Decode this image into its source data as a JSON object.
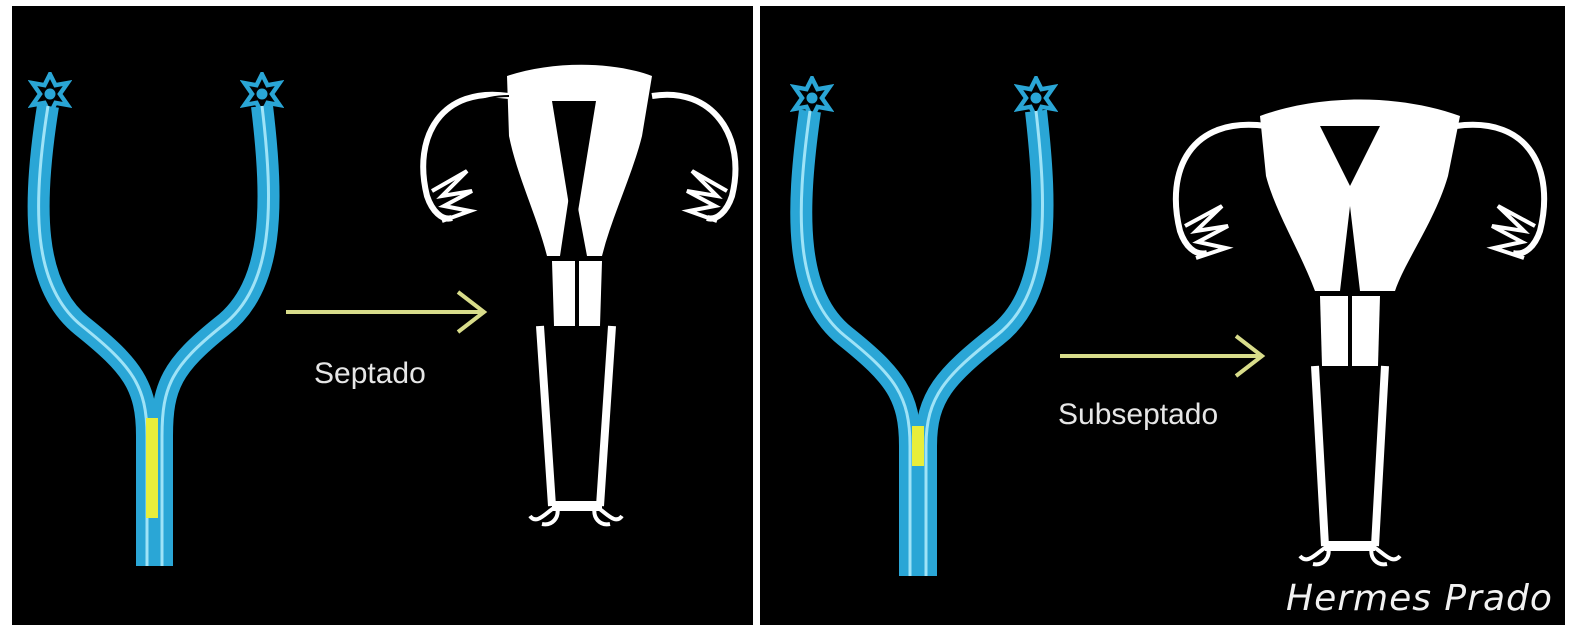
{
  "panels": [
    {
      "label": "Septado"
    },
    {
      "label": "Subseptado"
    }
  ],
  "author": "Hermes Prado",
  "colors": {
    "background": "#000000",
    "duct": "#2aa6d6",
    "duct_highlight": "#9fe3f7",
    "fusion": "#e8ee3a",
    "arrow": "#d8dc8a",
    "organ": "#ffffff"
  }
}
